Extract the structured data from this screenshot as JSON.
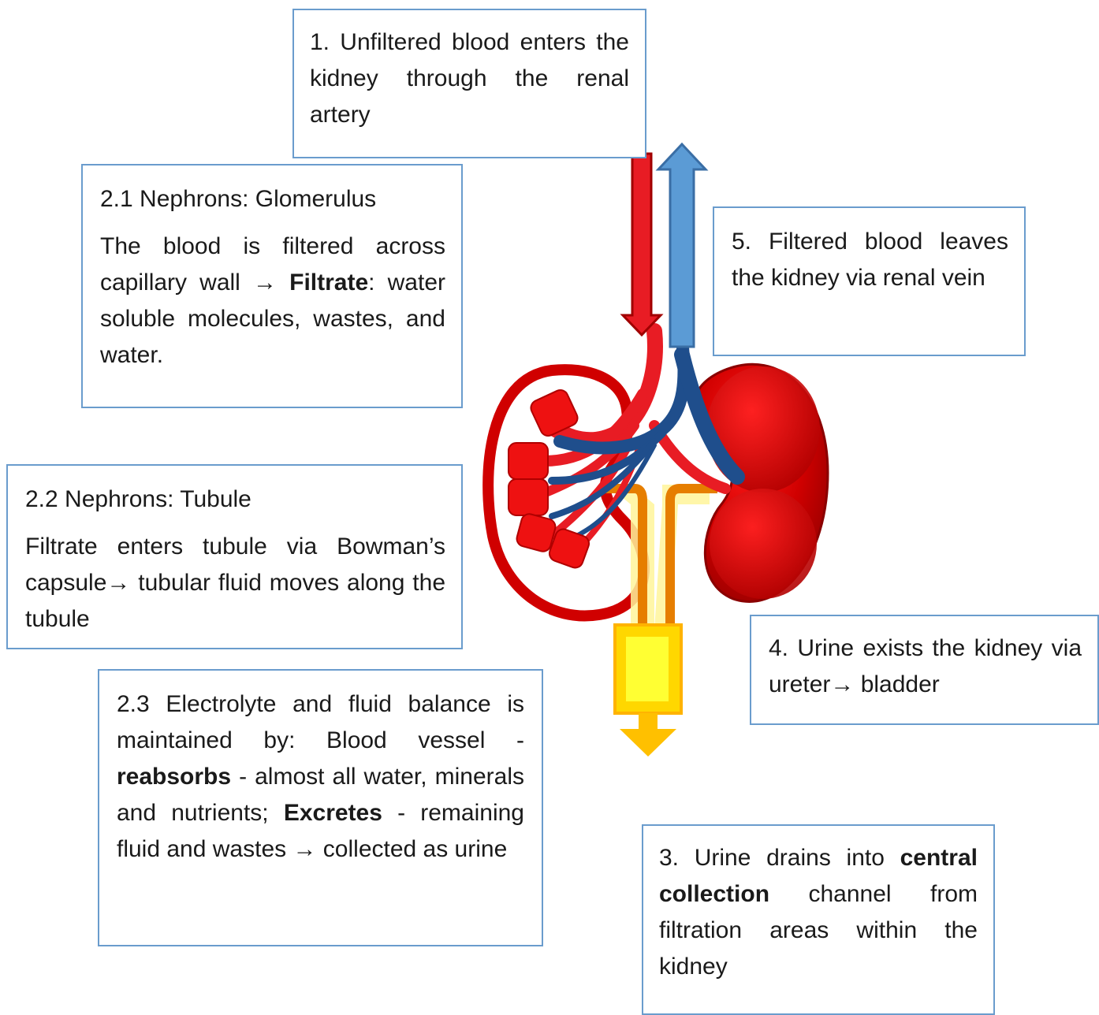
{
  "box1": {
    "text": "1. Unfiltered blood enters the kidney through the renal artery"
  },
  "box21": {
    "title": "2.1 Nephrons: Glomerulus",
    "text_a": "The blood is filtered across capillary wall",
    "arrow": "→",
    "bold": "Filtrate",
    "text_b": ": water soluble molecules, wastes, and water."
  },
  "box22": {
    "title": "2.2 Nephrons: Tubule",
    "text_a": "Filtrate enters tubule via Bowman’s capsule",
    "arrow": "→",
    "text_b": " tubular fluid moves along the tubule"
  },
  "box23": {
    "text_a": "2.3 Electrolyte and fluid balance is maintained by: Blood vessel - ",
    "bold_a": "reabsorbs",
    "text_b": " - almost all water, minerals and nutrients; ",
    "bold_b": "Excretes",
    "text_c": " - remaining fluid and wastes ",
    "arrow": "→",
    "text_d": " collected as urine"
  },
  "box3": {
    "text_a": "3. Urine drains into ",
    "bold_a": "central collection",
    "text_b": " channel from filtration areas within the kidney"
  },
  "box4": {
    "text_a": "4. Urine exists the kidney via ureter",
    "arrow": "→",
    "text_b": " bladder"
  },
  "box5": {
    "text": "5. Filtered blood leaves the kidney via renal vein"
  },
  "colors": {
    "artery_red": "#e81c24",
    "vein_blue": "#1f4e8c",
    "vein_arrow_blue": "#5b9bd5",
    "kidney_red": "#c00000",
    "ureter_orange": "#e67e00",
    "ureter_yellow": "#fff59a",
    "bladder_yellow": "#ffd700",
    "box_border": "#6a9ccd"
  }
}
